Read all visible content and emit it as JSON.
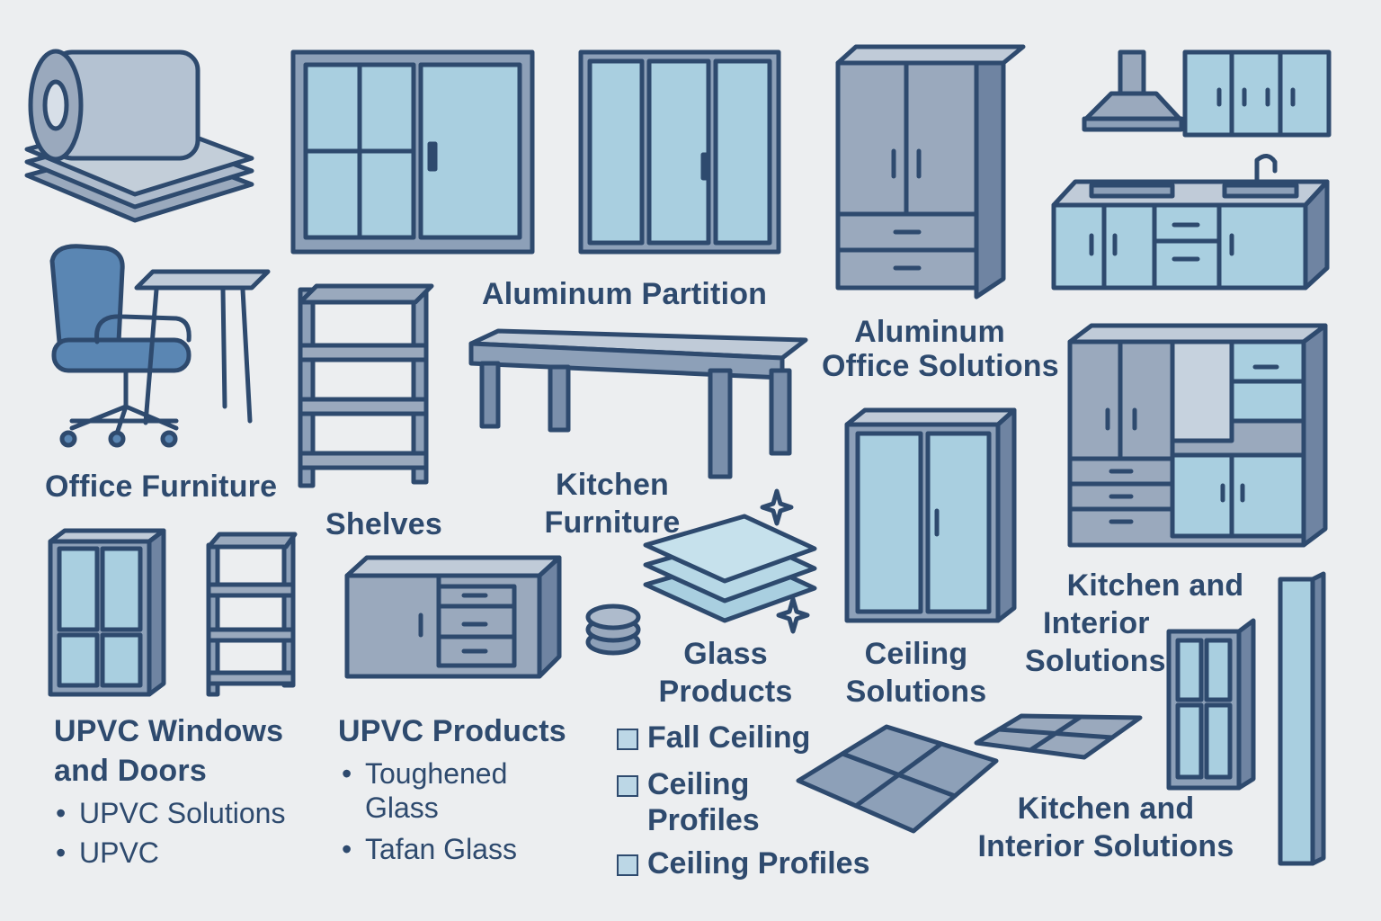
{
  "colors": {
    "background": "#eceef0",
    "outline": "#2e4a6e",
    "steel": "#9aa9bd",
    "steel_dark": "#6f84a2",
    "glass": "#a9cfe0",
    "accent": "#5a86b3"
  },
  "labels": {
    "office_furniture": "Office Furniture",
    "shelves": "Shelves",
    "aluminum_partition": "Aluminum Partition",
    "aluminum_office_line1": "Aluminum",
    "aluminum_office_line2": "Office Solutions",
    "kitchen_furniture_line1": "Kitchen",
    "kitchen_furniture_line2": "Furniture",
    "glass_products_line1": "Glass",
    "glass_products_line2": "Products",
    "ceiling_solutions_line1": "Ceiling",
    "ceiling_solutions_line2": "Solutions",
    "kitchen_interior_a_line1": "Kitchen and",
    "kitchen_interior_a_line2": "Interior",
    "kitchen_interior_a_line3": "Solutions",
    "kitchen_interior_b_line1": "Kitchen and",
    "kitchen_interior_b_line2": "Interior Solutions",
    "upvc_windows_line1": "UPVC Windows",
    "upvc_windows_line2": "and Doors",
    "upvc_products": "UPVC Products"
  },
  "lists": {
    "upvc_windows_items": [
      "UPVC Solutions",
      "UPVC"
    ],
    "upvc_products_items": [
      "Toughened",
      "Glass",
      "Tafan Glass"
    ],
    "ceiling_items": [
      "Fall Ceiling",
      "Ceiling",
      "Profiles",
      "Ceiling Profiles"
    ]
  },
  "icons": [
    "roll-sheets-icon",
    "sliding-window-icon",
    "partition-doors-icon",
    "wardrobe-icon",
    "range-hood-icon",
    "wall-cabinet-icon",
    "kitchen-counter-icon",
    "office-chair-icon",
    "desk-icon",
    "shelf-icon",
    "table-icon",
    "tall-kitchen-cabinet-icon",
    "glass-cabinet-icon",
    "glass-sheets-icon",
    "sparkle-icon",
    "upvc-window-icon",
    "small-shelf-icon",
    "kitchen-island-icon",
    "glass-discs-icon",
    "ceiling-panel-icon",
    "upvc-door-icon",
    "profile-bar-icon"
  ]
}
